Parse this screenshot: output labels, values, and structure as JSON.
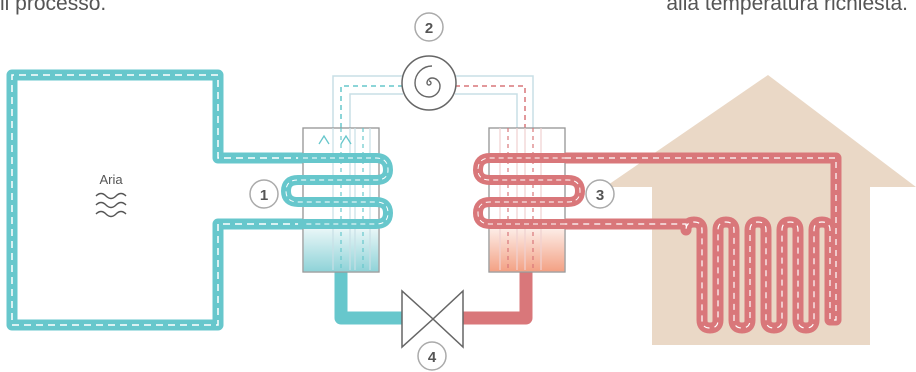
{
  "captions": {
    "left": "il processo.",
    "right": "alla temperatura richiesta."
  },
  "labels": {
    "air": "Aria",
    "step_1": "1",
    "step_2": "2",
    "step_3": "3",
    "step_4": "4"
  },
  "colors": {
    "cold": "#67c7cc",
    "hot": "#d9777a",
    "house": "#ead8c6",
    "unit_border": "#999999",
    "badge_border": "#aaaaaa",
    "text": "#555555"
  },
  "icons": {
    "air_waves": "wave-icon",
    "compressor": "spiral-icon",
    "expansion_valve": "bowtie-valve-icon"
  }
}
